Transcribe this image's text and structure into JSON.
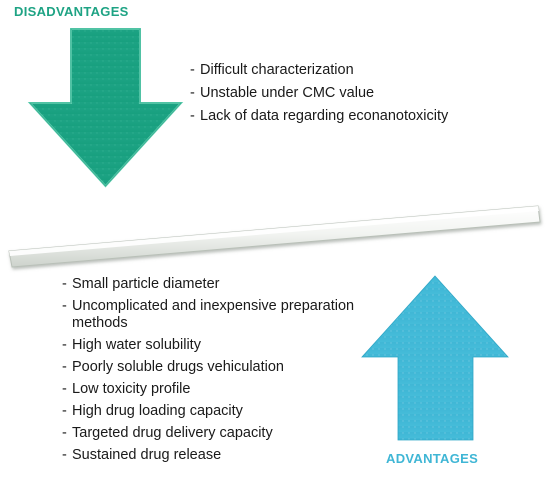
{
  "disadvantages": {
    "title": "DISADVANTAGES",
    "color": "#1ea384",
    "items": [
      "Difficult characterization",
      "Unstable under CMC value",
      "Lack of data regarding econanotoxicity"
    ]
  },
  "advantages": {
    "title": "ADVANTAGES",
    "color": "#3fb6d5",
    "items": [
      "Small particle diameter",
      "Uncomplicated and inexpensive preparation methods",
      "High water solubility",
      "Poorly soluble drugs vehiculation",
      "Low toxicity profile",
      "High drug loading capacity",
      "Targeted drug delivery capacity",
      "Sustained drug release"
    ]
  },
  "dash": "-"
}
